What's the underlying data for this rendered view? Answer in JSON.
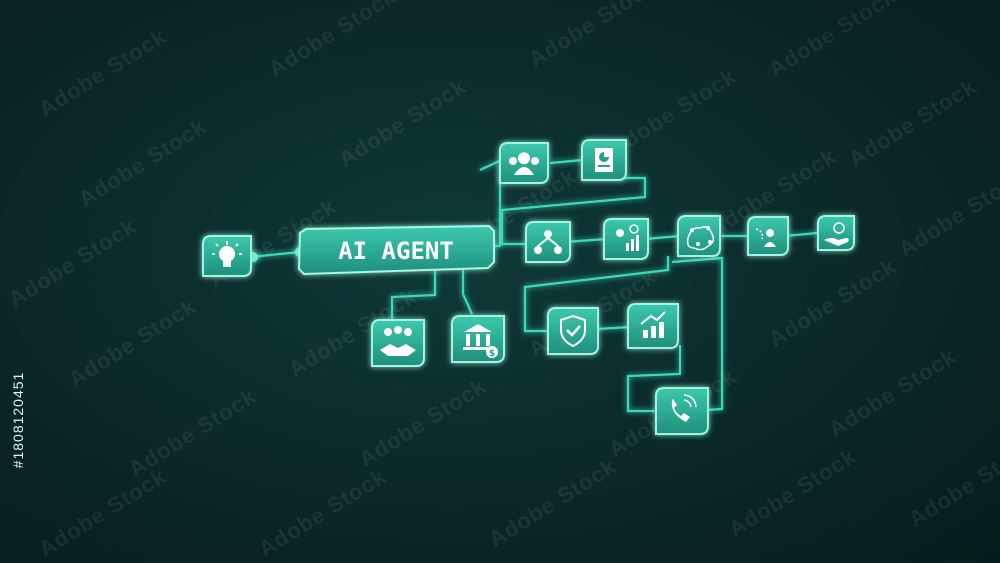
{
  "diagram": {
    "central_label": "AI AGENT",
    "colors": {
      "node_fill": "#2fb59e",
      "node_stroke": "#9ff5e2",
      "line": "#3ed8b8",
      "glow": "#3ef0c8",
      "text": "#ffffff"
    },
    "nodes": [
      {
        "id": "idea",
        "icon": "lightbulb-icon"
      },
      {
        "id": "team",
        "icon": "users-icon"
      },
      {
        "id": "report",
        "icon": "document-chart-icon"
      },
      {
        "id": "network",
        "icon": "hierarchy-network-icon"
      },
      {
        "id": "analytics",
        "icon": "analytics-approval-icon"
      },
      {
        "id": "brain",
        "icon": "ai-brain-icon"
      },
      {
        "id": "path",
        "icon": "person-path-icon"
      },
      {
        "id": "hand",
        "icon": "hand-service-icon"
      },
      {
        "id": "partner",
        "icon": "handshake-icon"
      },
      {
        "id": "bank",
        "icon": "bank-icon"
      },
      {
        "id": "shield",
        "icon": "shield-check-icon"
      },
      {
        "id": "growth",
        "icon": "growth-chart-icon"
      },
      {
        "id": "phone",
        "icon": "phone-call-icon"
      }
    ]
  },
  "watermark": {
    "text": "Adobe Stock",
    "stock_id": "#1808120451"
  }
}
